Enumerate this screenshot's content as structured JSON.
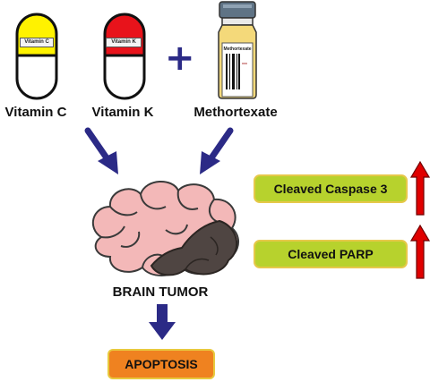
{
  "drugs": {
    "vitamin_c": {
      "label": "Vitamin C",
      "capsule_text": "Vitamin C",
      "color": "#fff200"
    },
    "vitamin_k": {
      "label": "Vitamin K",
      "capsule_text": "Vitamin K",
      "color": "#e8131b"
    },
    "methotrexate": {
      "label": "Methortexate",
      "vial_text": "Methortexate",
      "cap_color": "#5f7385",
      "body_color": "#f4d97a"
    }
  },
  "plus_symbol": "+",
  "target": {
    "label": "BRAIN TUMOR"
  },
  "markers": [
    {
      "label": "Cleaved Caspase 3",
      "trend": "up"
    },
    {
      "label": "Cleaved PARP",
      "trend": "up"
    }
  ],
  "outcome": {
    "label": "APOPTOSIS"
  },
  "colors": {
    "flow_arrow": "#2b2a86",
    "marker_fill": "#b7d22d",
    "marker_border": "#e6c84a",
    "up_arrow": "#e00000",
    "outcome_fill": "#ef8220",
    "plus": "#2b2a86",
    "brain": "#f3b8b8",
    "tumor": "#4f4542"
  }
}
